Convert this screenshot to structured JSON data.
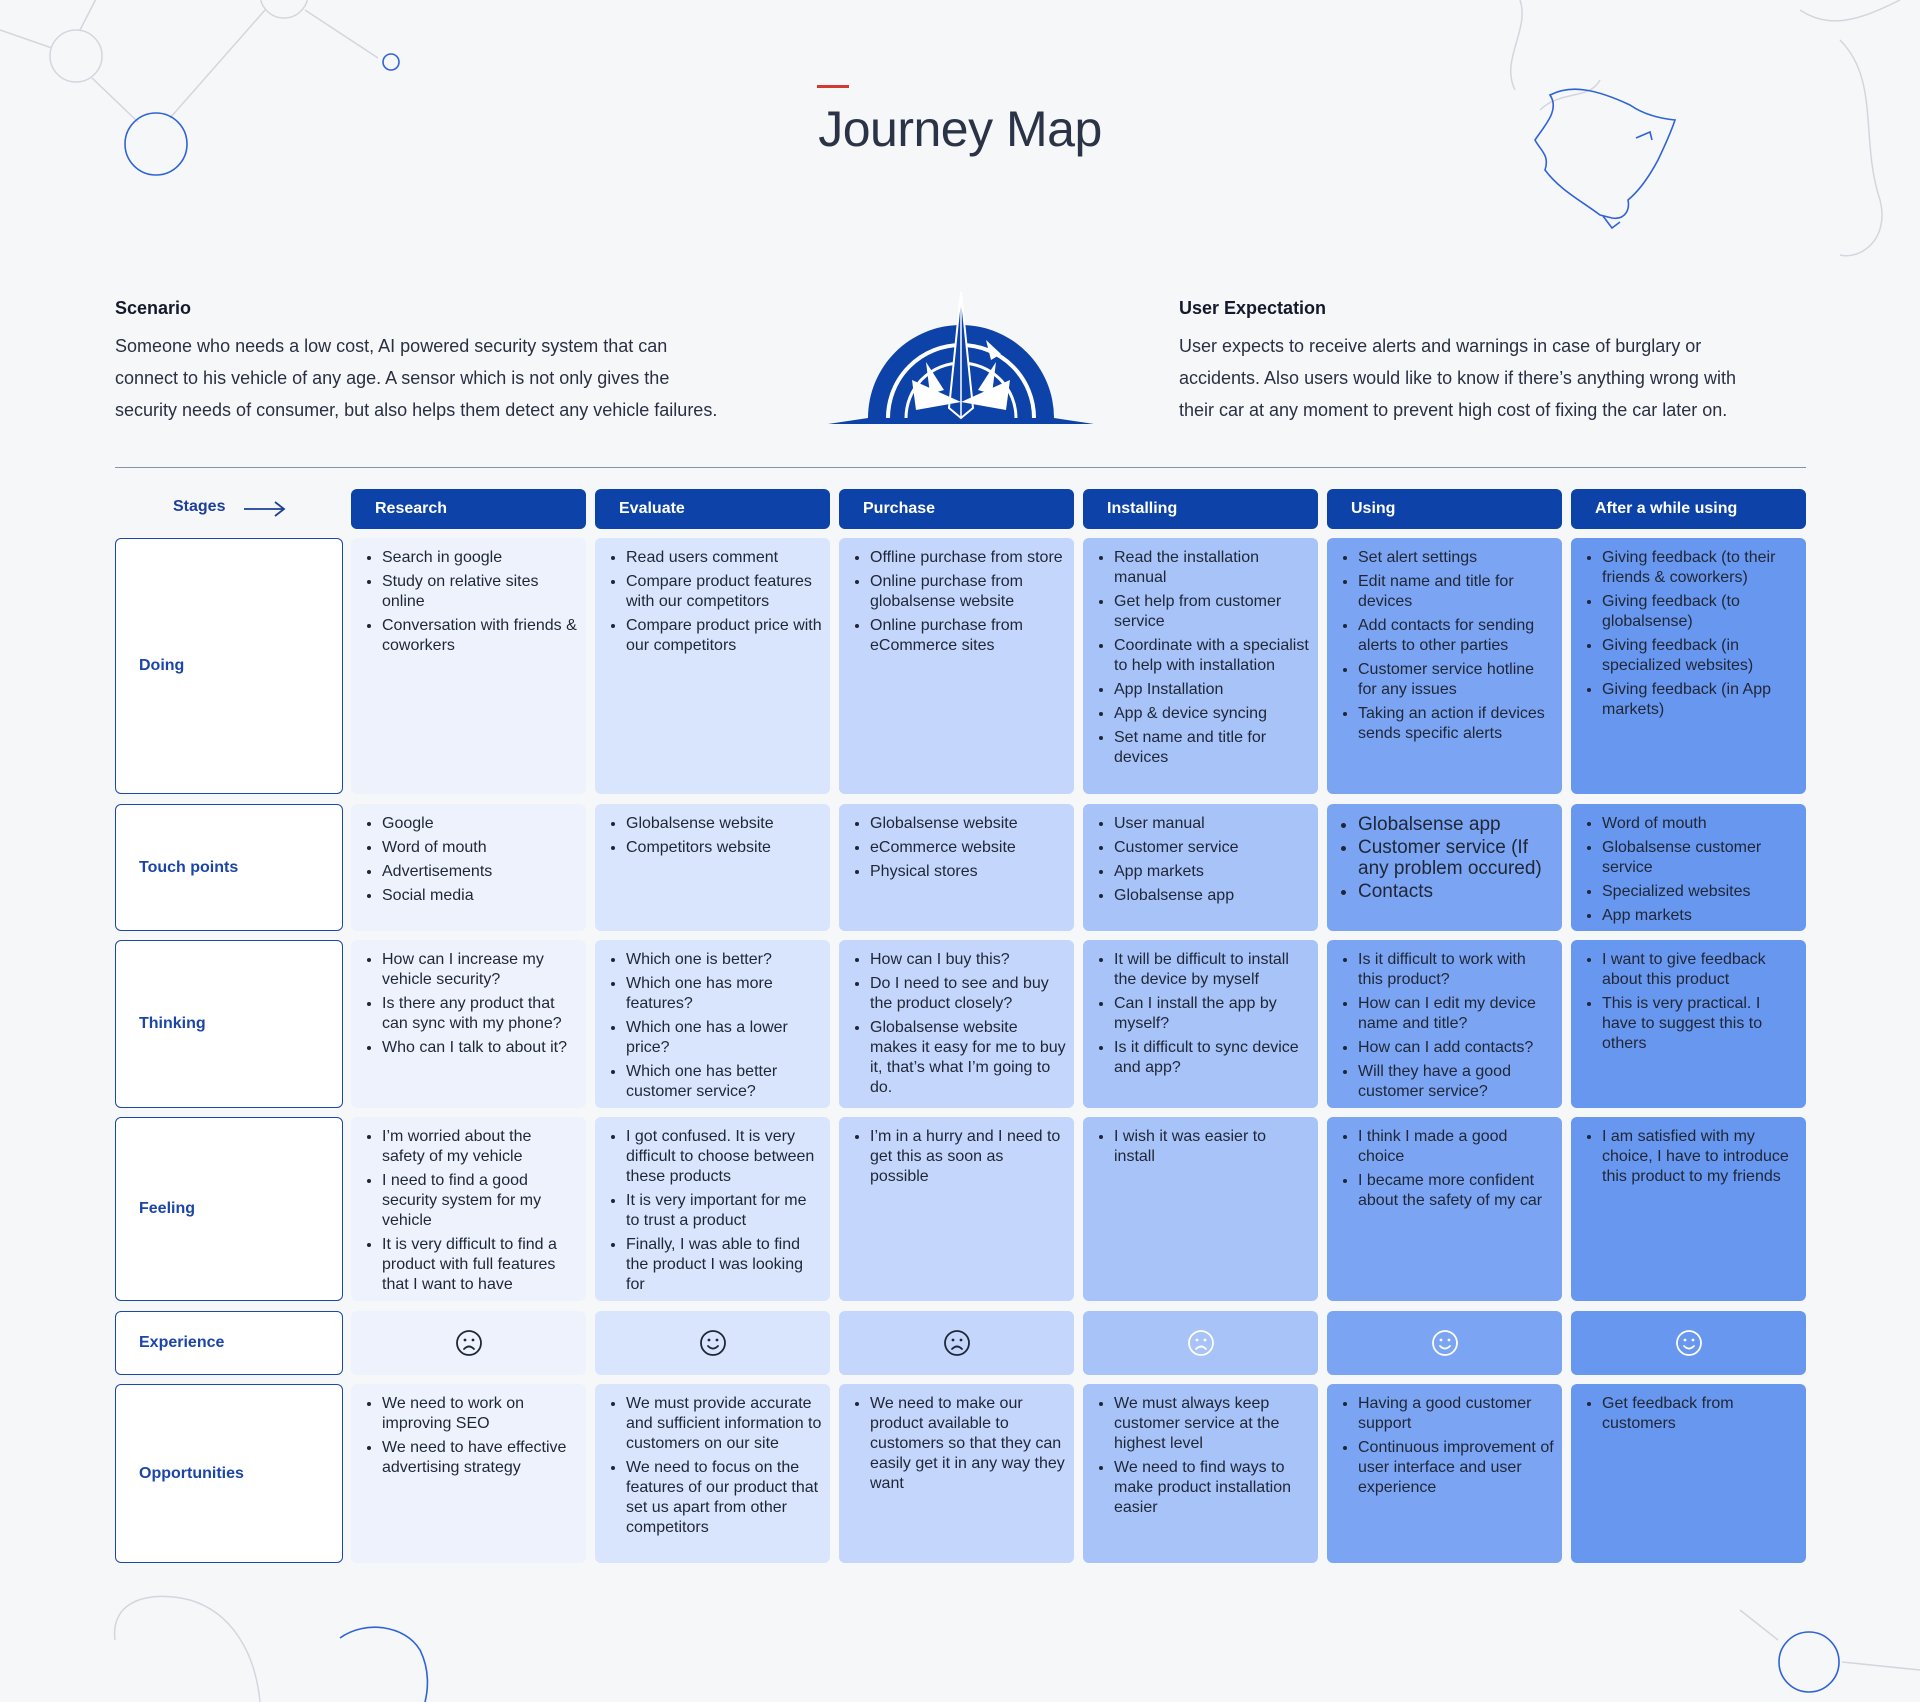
{
  "title": "Journey Map",
  "scenario": {
    "heading": "Scenario",
    "lines": [
      "Someone who needs a low cost, AI powered security system that can",
      "connect to his vehicle of any age. A sensor which is not only gives the",
      "security needs of consumer, but also helps them detect any vehicle failures."
    ]
  },
  "expectation": {
    "heading": "User Expectation",
    "lines": [
      "User expects to receive alerts and warnings in case of burglary or",
      "accidents. Also users would like to know if there’s anything wrong with",
      "their car at any moment to prevent high cost of fixing the car later on."
    ]
  },
  "stages_label": "Stages",
  "stages": [
    "Research",
    "Evaluate",
    "Purchase",
    "Installing",
    "Using",
    "After a while using"
  ],
  "rows": [
    "Doing",
    "Touch points",
    "Thinking",
    "Feeling",
    "Experience",
    "Opportunities"
  ],
  "doing": [
    [
      "Search in google",
      "Study on relative sites online",
      "Conversation with friends & coworkers"
    ],
    [
      "Read users comment",
      "Compare product features with our competitors",
      "Compare product price with our competitors"
    ],
    [
      "Offline purchase from store",
      "Online purchase from globalsense website",
      "Online purchase from eCommerce sites"
    ],
    [
      "Read the installation manual",
      "Get help from customer service",
      "Coordinate with a specialist to help with installation",
      "App Installation",
      "App & device syncing",
      "Set name and title for devices"
    ],
    [
      "Set alert settings",
      "Edit name and title for devices",
      "Add contacts for sending alerts to other parties",
      "Customer service hotline for any issues",
      "Taking an action if devices sends specific alerts"
    ],
    [
      "Giving feedback (to their friends & coworkers)",
      "Giving feedback (to globalsense)",
      "Giving feedback (in specialized websites)",
      "Giving feedback (in App markets)"
    ]
  ],
  "touch_points": [
    [
      "Google",
      "Word of mouth",
      "Advertisements",
      "Social media"
    ],
    [
      "Globalsense website",
      "Competitors website"
    ],
    [
      "Globalsense website",
      "eCommerce website",
      "Physical stores"
    ],
    [
      "User manual",
      "Customer service",
      "App markets",
      "Globalsense app"
    ],
    [
      "Globalsense app",
      "Customer service (If any problem occured)",
      "Contacts"
    ],
    [
      "Word of mouth",
      "Globalsense customer service",
      "Specialized websites",
      "App markets"
    ]
  ],
  "thinking": [
    [
      "How can I increase my vehicle security?",
      "Is there any product that can sync with my phone?",
      "Who can I talk to about it?"
    ],
    [
      "Which one is better?",
      "Which one has more features?",
      "Which one has a lower price?",
      "Which one has better customer service?"
    ],
    [
      "How can I buy this?",
      "Do I need to see and buy the product closely?",
      "Globalsense website makes it easy for me to buy it, that’s what I’m going to do."
    ],
    [
      "It will be difficult to install the device by myself",
      "Can I install the app by myself?",
      "Is it difficult to sync device and app?"
    ],
    [
      "Is it difficult to work with this product?",
      "How can I edit my device name and title?",
      "How can I add contacts?",
      "Will they have a good customer service?"
    ],
    [
      "I want to give feedback about this product",
      "This is very practical. I have to suggest this to others"
    ]
  ],
  "feeling": [
    [
      "I’m worried about the safety of my vehicle",
      "I need to find a good security system for my vehicle",
      "It is very difficult to find a product with full features that I want to have"
    ],
    [
      "I got confused. It is very difficult to choose between these products",
      "It is very important for me to trust a product",
      "Finally, I was able to find the product I was looking for"
    ],
    [
      "I’m in a hurry and I need to get this as soon as possible"
    ],
    [
      "I wish it was easier to install"
    ],
    [
      "I think I made a good choice",
      "I became more confident about the safety of my car"
    ],
    [
      "I am satisfied with my choice, I have to introduce this product to my friends"
    ]
  ],
  "experience": [
    "sad",
    "happy",
    "sad",
    "sad",
    "happy",
    "happy"
  ],
  "opportunities": [
    [
      "We need to work on improving SEO",
      "We need to have effective advertising strategy"
    ],
    [
      "We must provide accurate and sufficient information to customers on our site",
      "We need to focus on the features of our product that set us apart from other competitors"
    ],
    [
      "We need to make our product available to customers so that they can easily get it in any way they want"
    ],
    [
      "We must always keep customer service at the highest level",
      "We need to find ways to make product installation easier"
    ],
    [
      "Having a good customer support",
      "Continuous improvement of user interface and user experience"
    ],
    [
      "Get feedback from customers"
    ]
  ],
  "colors": {
    "header": "#0d43a8",
    "accent": "#d63a2f",
    "columns": [
      "#edf2fd",
      "#d9e5fc",
      "#c4d6fb",
      "#a7c3f8",
      "#7ba4f3",
      "#6897ef"
    ],
    "face_light": "#1f2636",
    "face_dark": "#ffffff"
  }
}
